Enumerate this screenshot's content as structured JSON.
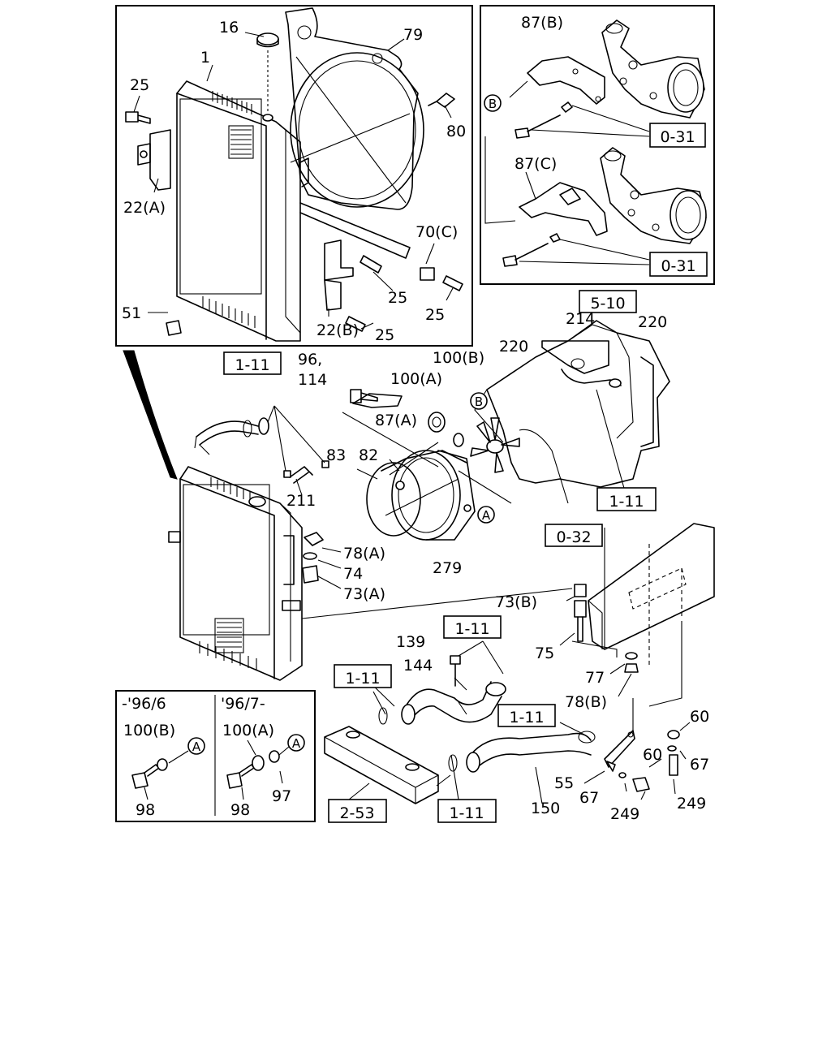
{
  "labels": {
    "l16": "16",
    "l79": "79",
    "l1": "1",
    "l25a": "25",
    "l80": "80",
    "l22a": "22(A)",
    "l70c": "70(C)",
    "l25b": "25",
    "l25c": "25",
    "l51": "51",
    "l22b": "22(B)",
    "l25d": "25",
    "l87b": "87(B)",
    "l87c": "87(C)",
    "cB1": "B",
    "l96": "96,",
    "l114": "114",
    "l100b": "100(B)",
    "l100a": "100(A)",
    "l87a": "87(A)",
    "cB2": "B",
    "l214": "214",
    "l220a": "220",
    "l220b": "220",
    "l83": "83",
    "l82": "82",
    "l211": "211",
    "cA1": "A",
    "l78a": "78(A)",
    "l74": "74",
    "l73a": "73(A)",
    "l279": "279",
    "l73b": "73(B)",
    "l75": "75",
    "l77": "77",
    "l78b": "78(B)",
    "l139": "139",
    "l144": "144",
    "l60a": "60",
    "l60b": "60",
    "l67a": "67",
    "l67b": "67",
    "l55": "55",
    "l150": "150",
    "l249a": "249",
    "l249b": "249",
    "inset_left_title": "-'96/6",
    "inset_right_title": "'96/7-",
    "in100b": "100(B)",
    "in100a": "100(A)",
    "in98a": "98",
    "in98b": "98",
    "in97": "97",
    "cA2": "A",
    "cA3": "A"
  },
  "ref_boxes": {
    "r031a": "0-31",
    "r031b": "0-31",
    "r510": "5-10",
    "r111a": "1-11",
    "r111b": "1-11",
    "r111c": "1-11",
    "r111d": "1-11",
    "r111e": "1-11",
    "r111f": "1-11",
    "r032": "0-32",
    "r253": "2-53"
  }
}
